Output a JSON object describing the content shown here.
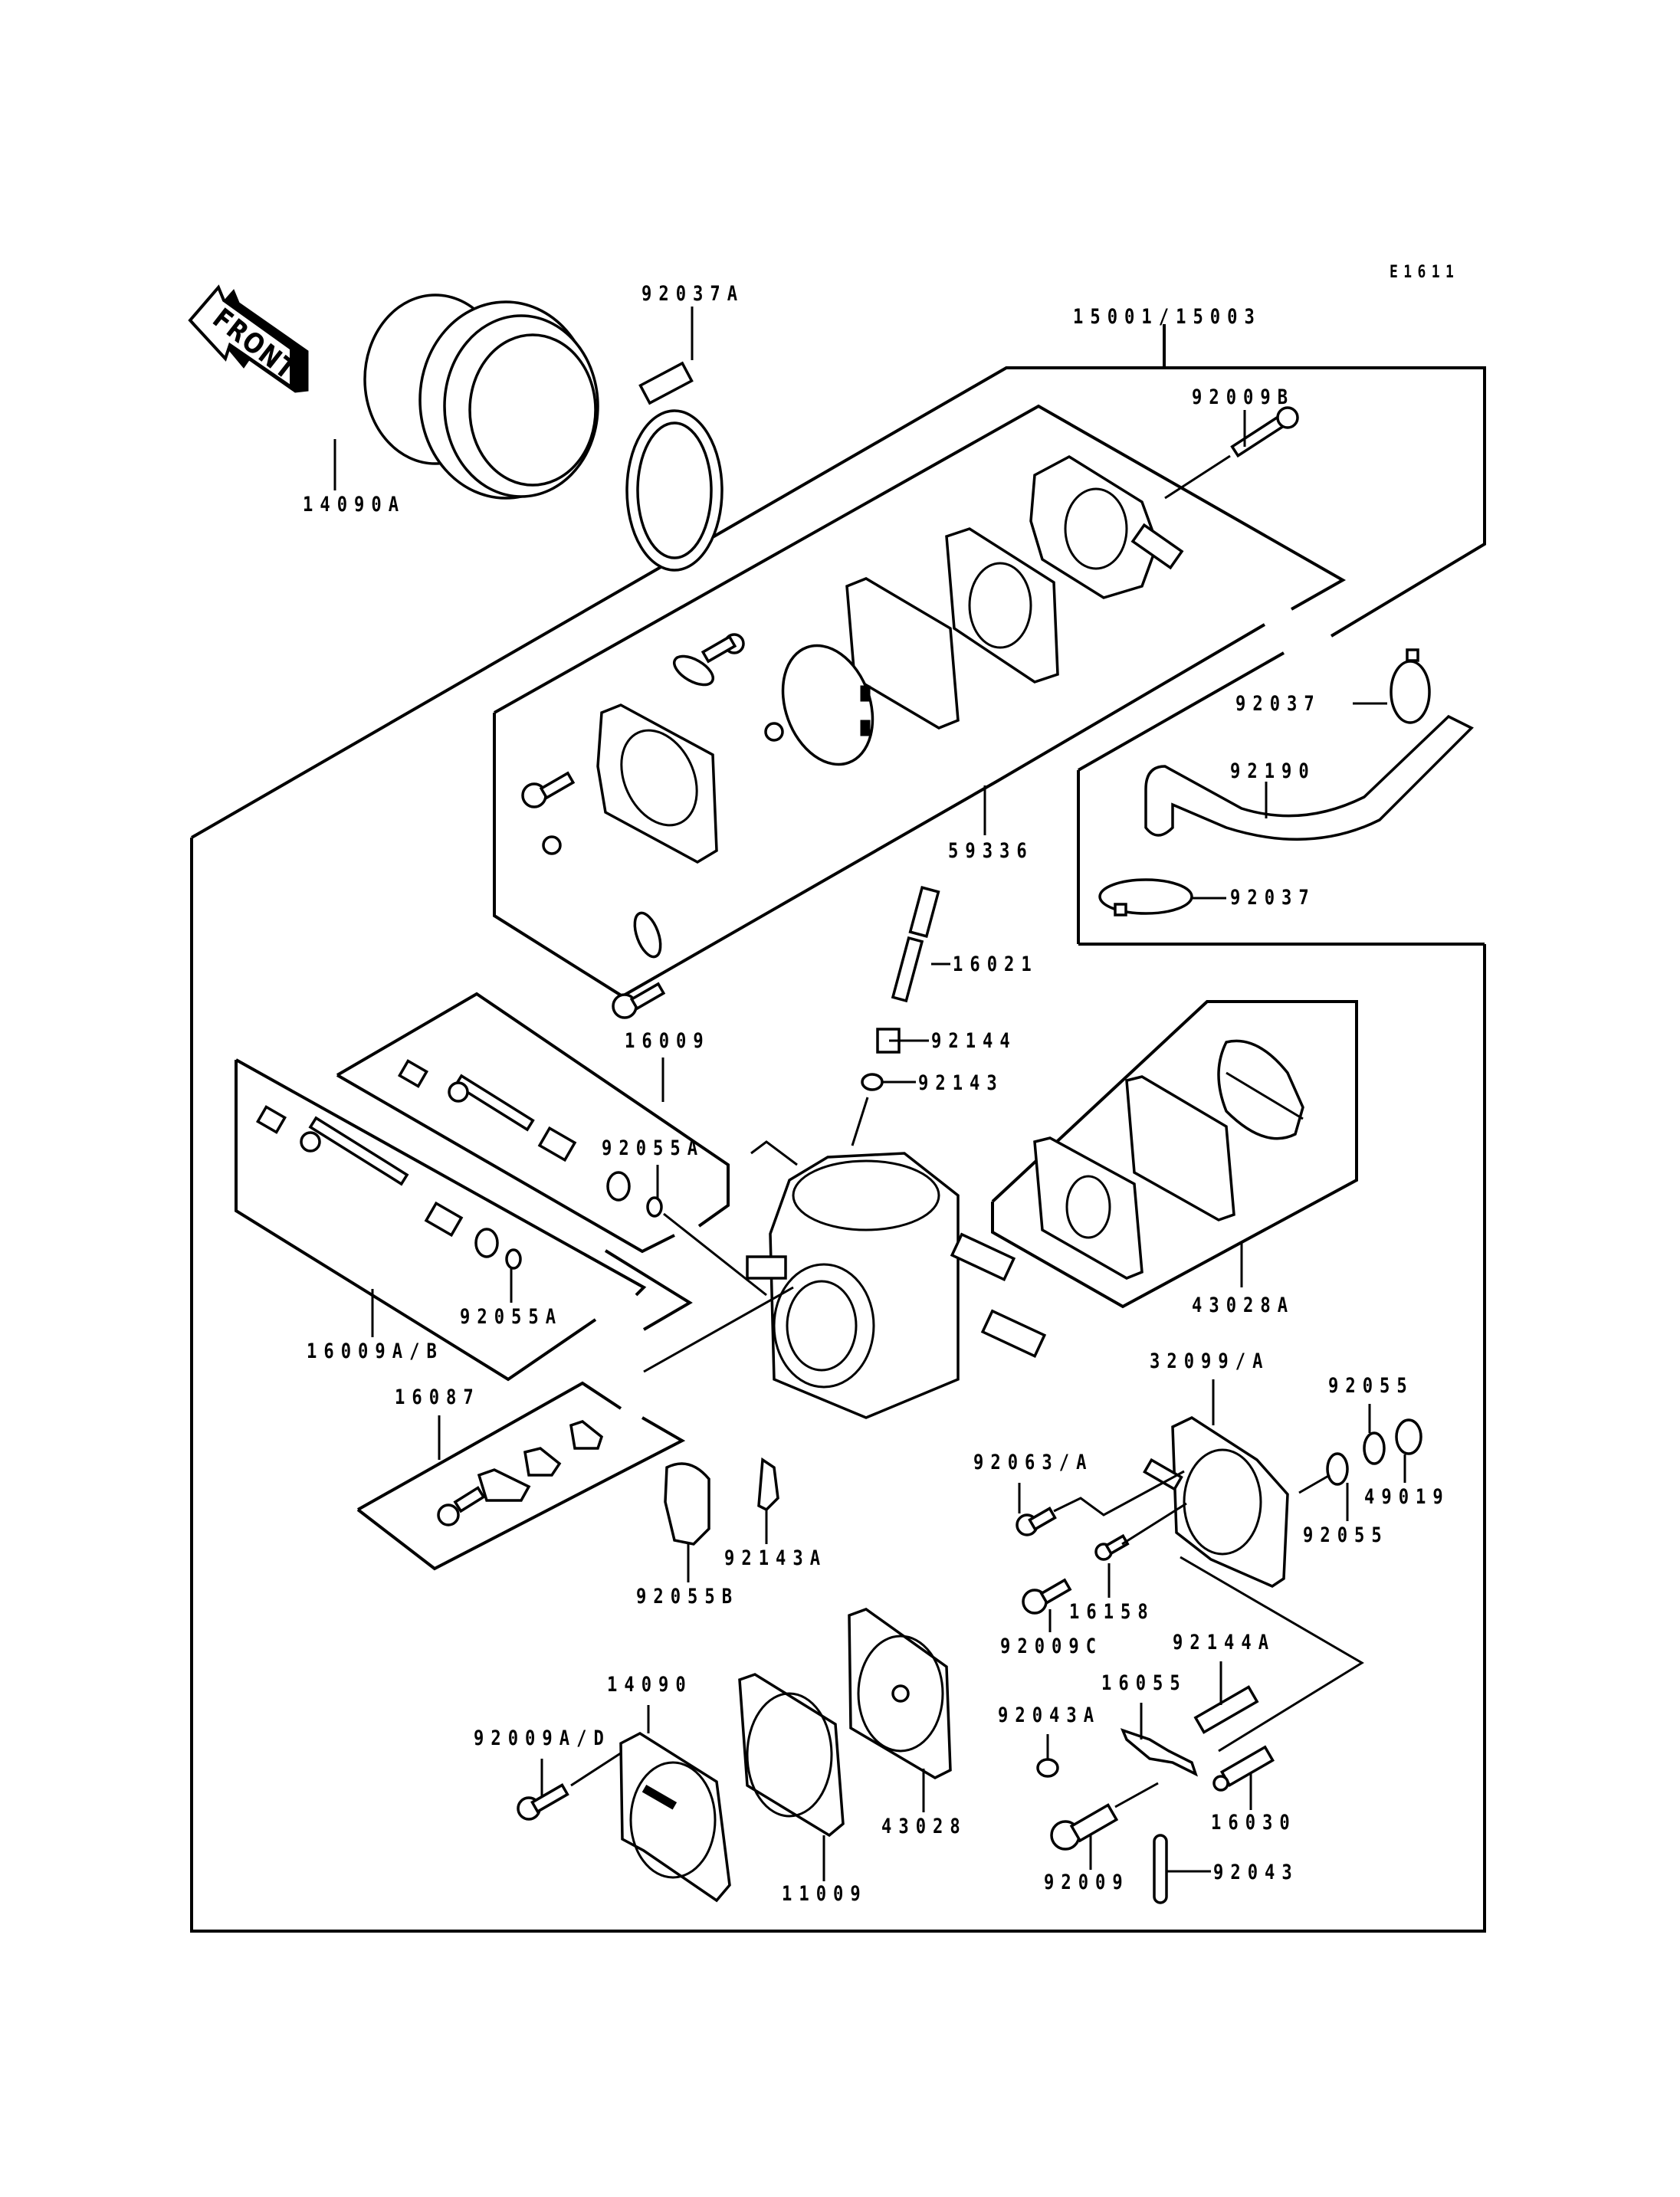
{
  "diagram": {
    "figure_code": "E1611",
    "direction_marker": "FRONT",
    "title_assembly": "15001/15003"
  },
  "labels": {
    "p14090A": "14090A",
    "p92037A": "92037A",
    "p15001": "15001/15003",
    "p92009B": "92009B",
    "p92037_upper": "92037",
    "p92190": "92190",
    "p92037_lower": "92037",
    "p59336": "59336",
    "p16021": "16021",
    "p92144": "92144",
    "p92143": "92143",
    "p16009": "16009",
    "p92055A_upper": "92055A",
    "p92055A_lower": "92055A",
    "p16009AB": "16009A/B",
    "p43028A": "43028A",
    "p16087": "16087",
    "p92055B": "92055B",
    "p92143A": "92143A",
    "p32099A": "32099/A",
    "p92055_upper": "92055",
    "p49019": "49019",
    "p92063A": "92063/A",
    "p92055_lower": "92055",
    "p16158": "16158",
    "p92009C": "92009C",
    "p92144A": "92144A",
    "p16055": "16055",
    "p92043A": "92043A",
    "p16030": "16030",
    "p14090": "14090",
    "p92009AD": "92009A/D",
    "p43028": "43028",
    "p11009": "11009",
    "p92009": "92009",
    "p92043": "92043"
  },
  "parts": [
    {
      "number": "14090A",
      "icon": "air-intake-boot"
    },
    {
      "number": "92037A",
      "icon": "hose-clamp"
    },
    {
      "number": "15001/15003",
      "icon": "carburetor-assembly"
    },
    {
      "number": "92009B",
      "icon": "screw"
    },
    {
      "number": "92037",
      "icon": "cable-tie"
    },
    {
      "number": "92190",
      "icon": "fuel-hose"
    },
    {
      "number": "59336",
      "icon": "fuel-pump-kit"
    },
    {
      "number": "16021",
      "icon": "needle-valve"
    },
    {
      "number": "92144",
      "icon": "spring"
    },
    {
      "number": "92143",
      "icon": "collar"
    },
    {
      "number": "16009",
      "icon": "adjust-screw-kit"
    },
    {
      "number": "92055A",
      "icon": "o-ring"
    },
    {
      "number": "16009A/B",
      "icon": "adjust-screw-kit"
    },
    {
      "number": "43028A",
      "icon": "gasket-set"
    },
    {
      "number": "16087",
      "icon": "throttle-lever-kit"
    },
    {
      "number": "92055B",
      "icon": "o-ring-cap"
    },
    {
      "number": "92143A",
      "icon": "collar"
    },
    {
      "number": "32099/A",
      "icon": "fuel-chamber-body"
    },
    {
      "number": "92055",
      "icon": "o-ring"
    },
    {
      "number": "49019",
      "icon": "filter-plug"
    },
    {
      "number": "92063/A",
      "icon": "plug-screw"
    },
    {
      "number": "16158",
      "icon": "jet"
    },
    {
      "number": "92009C",
      "icon": "screw"
    },
    {
      "number": "92144A",
      "icon": "spring"
    },
    {
      "number": "16055",
      "icon": "lever-arm"
    },
    {
      "number": "92043A",
      "icon": "pin"
    },
    {
      "number": "16030",
      "icon": "inlet-needle"
    },
    {
      "number": "14090",
      "icon": "diaphragm-cover"
    },
    {
      "number": "92009A/D",
      "icon": "screw"
    },
    {
      "number": "43028",
      "icon": "diaphragm"
    },
    {
      "number": "11009",
      "icon": "gasket"
    },
    {
      "number": "92009",
      "icon": "screw"
    },
    {
      "number": "92043",
      "icon": "pin"
    }
  ]
}
